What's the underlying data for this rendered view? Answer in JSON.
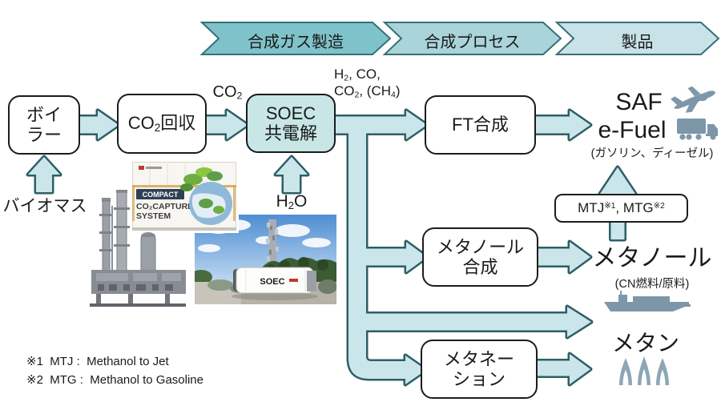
{
  "colors": {
    "text": "#1a1a1a",
    "box-border": "#1c1c1c",
    "pipe-fill": "#cbe6ea",
    "pipe-stroke": "#2d5f66",
    "soec-fill": "#c8e6e6",
    "banner1": "#7fc3ca",
    "banner2": "#a9d4da",
    "banner3": "#c8e2e7",
    "banner-stroke": "#35707a",
    "icon": "#7d97a9",
    "flame": "#8ca6b6"
  },
  "banners": {
    "b1": "合成ガス製造",
    "b2": "合成プロセス",
    "b3": "製品"
  },
  "flow": {
    "boiler_l1": "ボイ",
    "boiler_l2": "ラー",
    "co2cap_a": "CO",
    "co2cap_sub": "2",
    "co2cap_b": "回収",
    "soec_l1": "SOEC",
    "soec_l2": "共電解",
    "ft": "FT合成",
    "meoh_l1": "メタノール",
    "meoh_l2": "合成",
    "methanation_l1": "メタネー",
    "methanation_l2": "ション",
    "mtj_a": "MTJ",
    "mtj_sup1": "※1",
    "mtj_b": ", MTG",
    "mtj_sup2": "※2"
  },
  "labels": {
    "co2_a": "CO",
    "co2_sub": "2",
    "syn_l1a": "H",
    "syn_l1sub": "2",
    "syn_l1b": ", CO,",
    "syn_l2a": "CO",
    "syn_l2sub": "2",
    "syn_l2b": ", (CH",
    "syn_l2sub2": "4",
    "syn_l2c": ")",
    "biomass": "バイオマス",
    "h2o_a": "H",
    "h2o_sub": "2",
    "h2o_b": "O",
    "saf": "SAF",
    "efuel": "e-Fuel",
    "gasoline_diesel": "(ガソリン、ディーゼル)",
    "methanol": "メタノール",
    "cn_fuel": "(CN燃料/原料)",
    "methane": "メタン"
  },
  "notes": {
    "n1": "※1  MTJ :  Methanol to Jet",
    "n2": "※2  MTG :  Methanol to Gasoline"
  },
  "photos": {
    "co2_system": {
      "brand": "COMPACT",
      "line1": "CO₂CAPTURE",
      "line2": "SYSTEM"
    },
    "soec_unit": {
      "label": "SOEC"
    }
  },
  "icons": {
    "airplane": "airplane-icon",
    "truck": "truck-icon",
    "ship": "ship-icon",
    "flame": "gas-flame-icon"
  }
}
